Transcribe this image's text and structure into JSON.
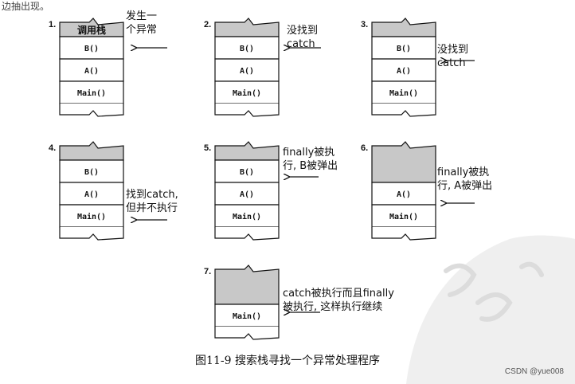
{
  "top_fragment": "边抽出现。",
  "header_text": "调用栈",
  "panels": [
    {
      "num": "1.",
      "cells": [
        "B()",
        "A()",
        "Main()"
      ],
      "note": [
        "发生一",
        "个异常"
      ]
    },
    {
      "num": "2.",
      "cells": [
        "B()",
        "A()",
        "Main()"
      ],
      "note": [
        "没找到",
        "catch"
      ]
    },
    {
      "num": "3.",
      "cells": [
        "B()",
        "A()",
        "Main()"
      ],
      "note": [
        "没找到",
        "catch"
      ]
    },
    {
      "num": "4.",
      "cells": [
        "B()",
        "A()",
        "Main()"
      ],
      "note": [
        "找到catch,",
        "但并不执行"
      ]
    },
    {
      "num": "5.",
      "cells": [
        "B()",
        "A()",
        "Main()"
      ],
      "note": [
        "finally被执",
        "行, B被弹出"
      ]
    },
    {
      "num": "6.",
      "cells": [
        "A()",
        "Main()"
      ],
      "note": [
        "finally被执",
        "行, A被弹出"
      ]
    },
    {
      "num": "7.",
      "cells": [
        "Main()"
      ],
      "note": [
        "catch被执行而且finally",
        "被执行, 这样执行继续"
      ]
    }
  ],
  "caption": "图11-9   搜索栈寻找一个异常处理程序",
  "watermark": "CSDN @yue008",
  "colors": {
    "header_fill": "#c8c8c8",
    "line": "#111111",
    "watermark_blob": "#ededed"
  }
}
